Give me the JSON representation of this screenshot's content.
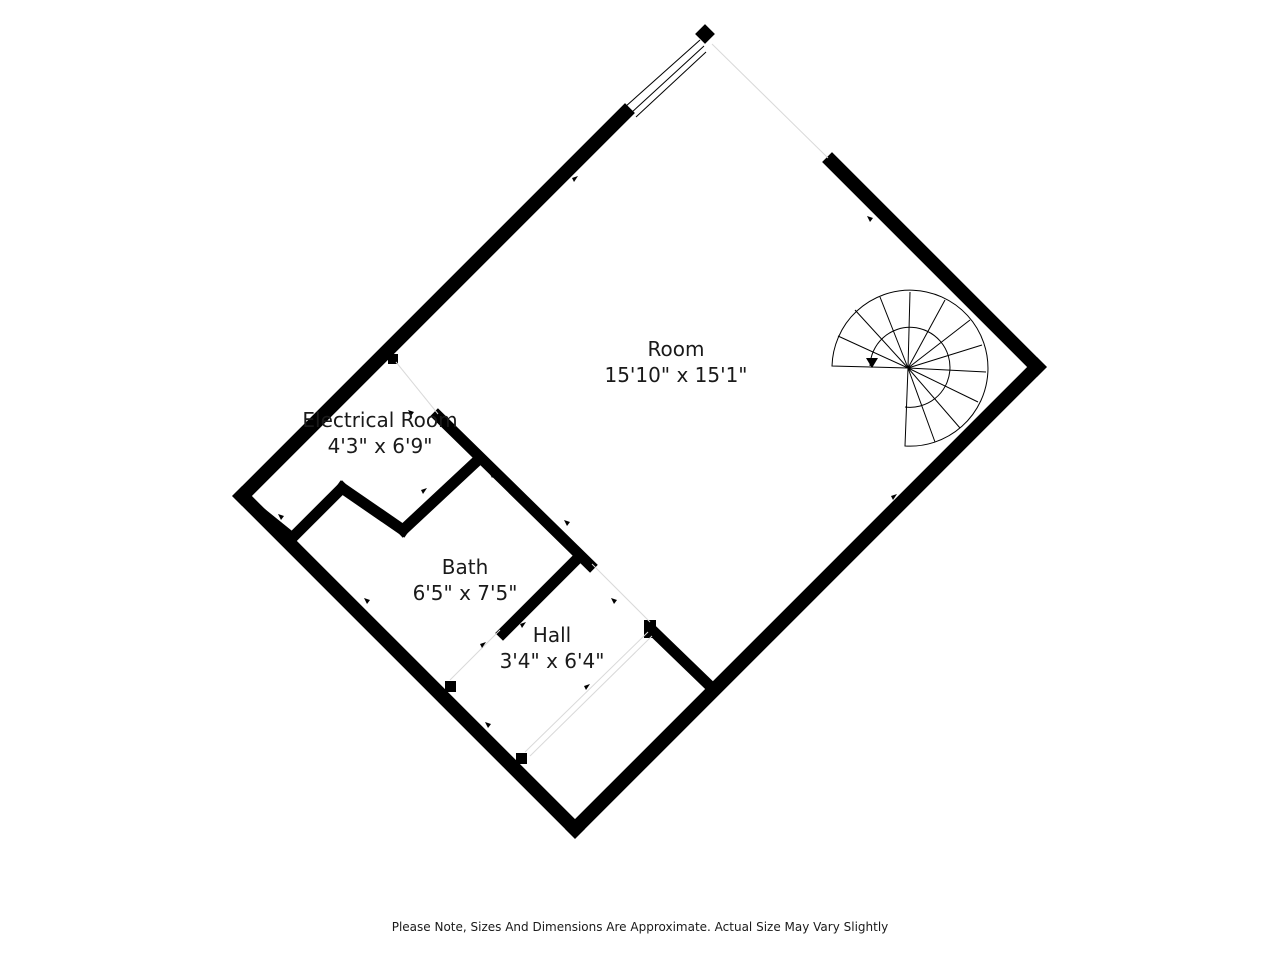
{
  "rooms": [
    {
      "id": "room",
      "name": "Room",
      "dimensions": "15'10\" x 15'1\""
    },
    {
      "id": "electrical",
      "name": "Electrical Room",
      "dimensions": "4'3\" x 6'9\""
    },
    {
      "id": "bath",
      "name": "Bath",
      "dimensions": "6'5\" x 7'5\""
    },
    {
      "id": "hall",
      "name": "Hall",
      "dimensions": "3'4\" x 6'4\""
    }
  ],
  "footer_note": "Please Note, Sizes And Dimensions Are Approximate. Actual Size May Vary Slightly"
}
